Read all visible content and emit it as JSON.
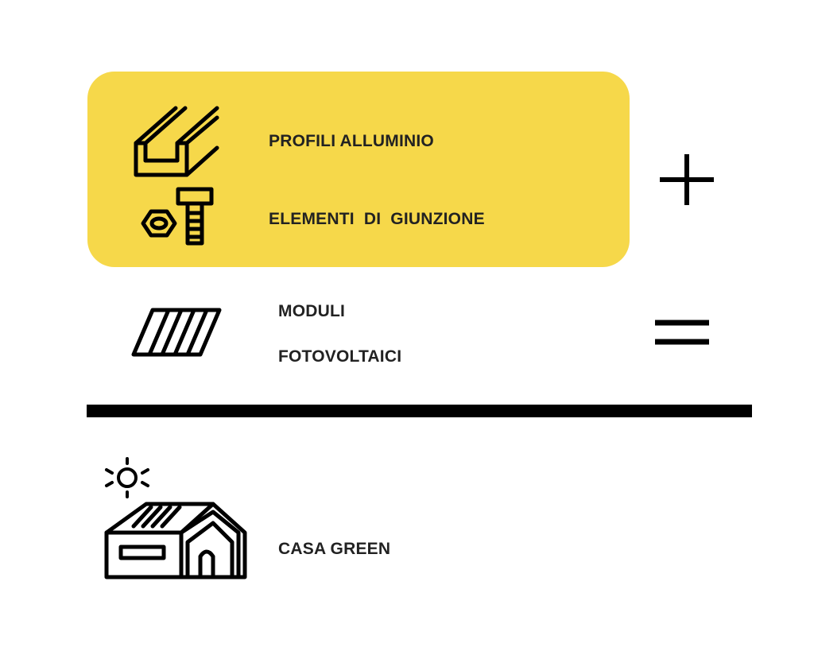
{
  "colors": {
    "accent": "#f6d84a",
    "ink": "#000000",
    "text": "#222222"
  },
  "group": {
    "items": [
      {
        "icon": "aluminium-profile-icon",
        "label": "PROFILI ALLUMINIO"
      },
      {
        "icon": "nut-bolt-icon",
        "label": "ELEMENTI  DI  GIUNZIONE"
      }
    ]
  },
  "operators": {
    "plus": "plus-icon",
    "equals": "equals-icon"
  },
  "modules": {
    "icon": "solar-panel-icon",
    "label_line1": "MODULI",
    "label_line2": "FOTOVOLTAICI"
  },
  "result": {
    "icon": "green-house-icon",
    "sun_icon": "sun-icon",
    "label": "CASA GREEN"
  }
}
